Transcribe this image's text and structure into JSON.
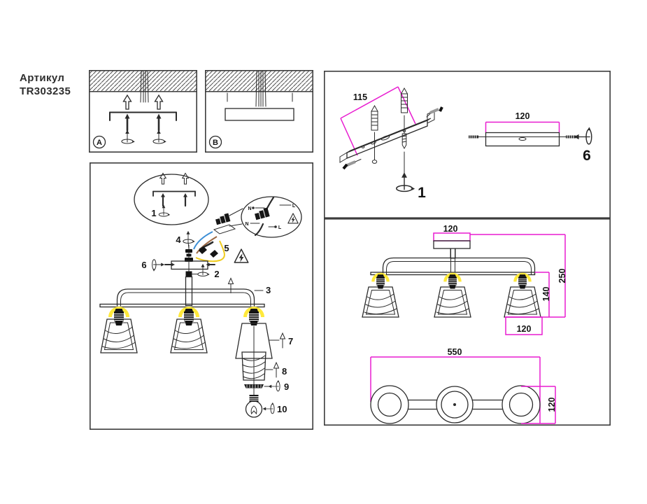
{
  "article": {
    "line1": "Артикул",
    "line2": "TR303235"
  },
  "panels": {
    "a_label": "A",
    "b_label": "B"
  },
  "main_diagram": {
    "step_1": "1",
    "part_2": "2",
    "part_3": "3",
    "part_4": "4",
    "part_5": "5",
    "part_6": "6",
    "part_7": "7",
    "part_8": "8",
    "part_9": "9",
    "part_10": "10",
    "terminal": {
      "n_top": "N",
      "l_top": "L",
      "n_bottom": "N",
      "l_bottom": "L"
    }
  },
  "bracket_detail": {
    "dim_length": "115",
    "step": "1"
  },
  "plate_detail": {
    "dim_length": "120",
    "step": "6"
  },
  "front_view": {
    "dim_canopy_width": "120",
    "dim_total_height": "250",
    "dim_shade_height": "140",
    "dim_shade_width": "120"
  },
  "top_view": {
    "dim_length": "550",
    "dim_shade_diameter": "120"
  },
  "colors": {
    "dimension_magenta": "#E81CD0",
    "socket_glow_yellow": "#FFE93B",
    "wire_blue": "#3D8FD6",
    "wire_brown": "#9B6742",
    "wire_yellow": "#F0CC1E",
    "line_black": "#2B2B2B"
  }
}
